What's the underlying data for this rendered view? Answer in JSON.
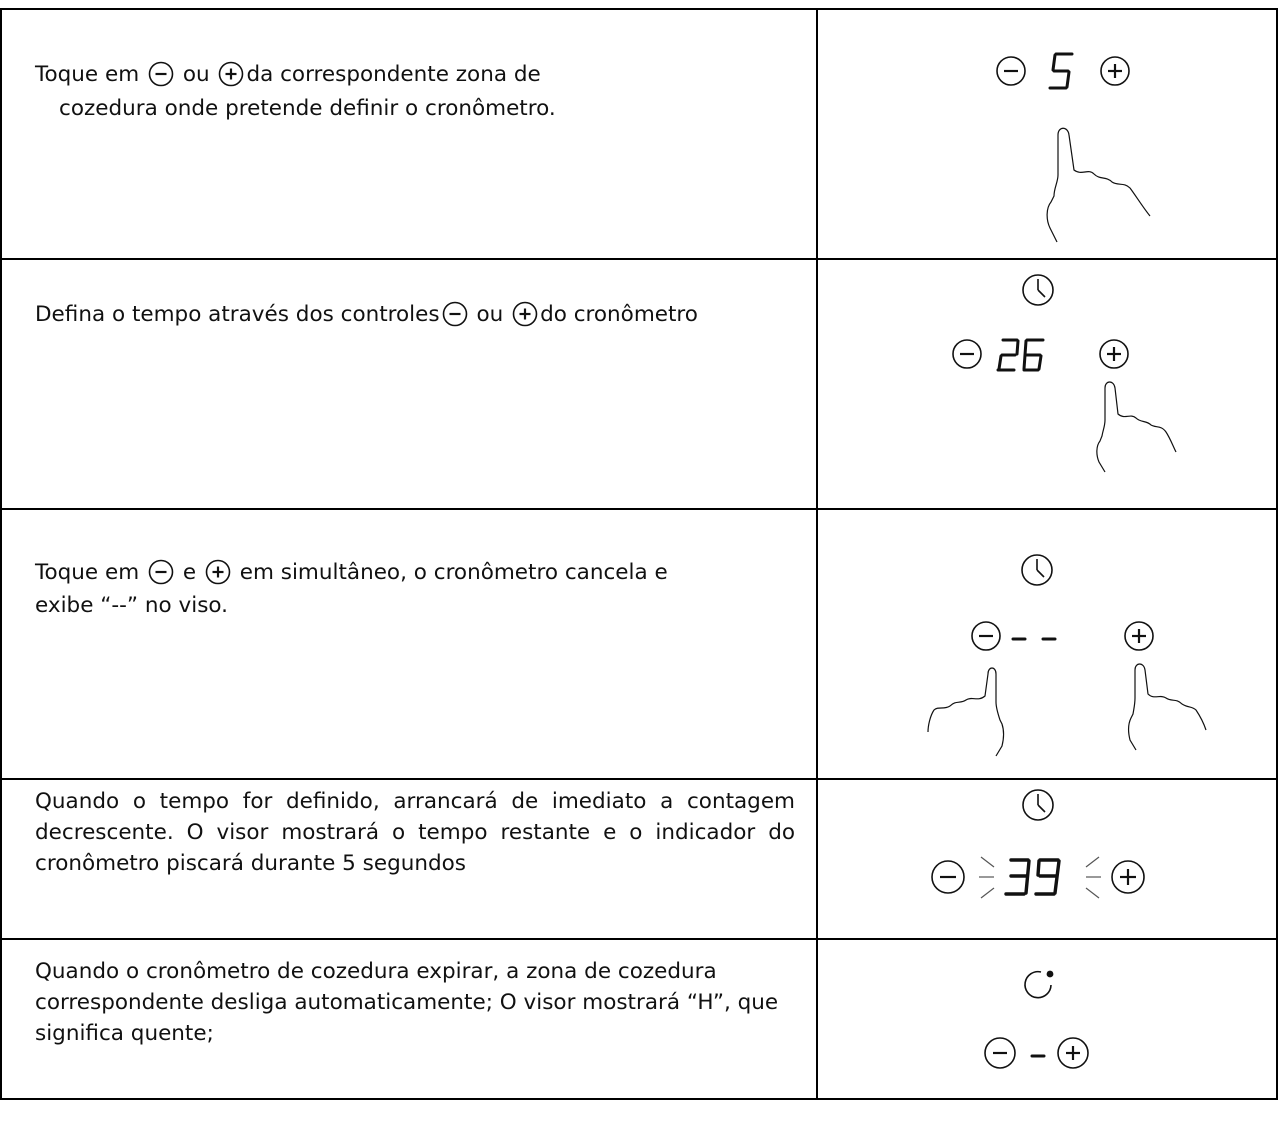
{
  "rows": [
    {
      "text_a": "Toque em",
      "text_b": "ou",
      "text_c": "da correspondente zona de",
      "text_d": "cozedura onde pretende definir o cronômetro.",
      "display": "5"
    },
    {
      "text_a": "Defina o tempo através dos controles",
      "text_b": "ou",
      "text_c": "do cronômetro",
      "display": "26"
    },
    {
      "text_a": "Toque em",
      "text_b": "e",
      "text_c": "em simultâneo, o cronômetro cancela e",
      "text_d": "exibe “--” no viso.",
      "display": "- -"
    },
    {
      "text": "Quando o tempo for definido, arrancará de imediato a contagem decrescente. O visor mostrará o tempo restante e o indicador do cronômetro piscará durante 5 segundos",
      "display": "39"
    },
    {
      "text": "Quando o cronômetro de cozedura expirar, a zona de cozedura correspondente desliga automaticamente; O visor mostrará “H”, que significa quente;",
      "display": "-"
    }
  ],
  "icons": [
    "minus-circle-icon",
    "plus-circle-icon",
    "clock-icon",
    "hand-pointer-icon",
    "hot-indicator-icon"
  ]
}
